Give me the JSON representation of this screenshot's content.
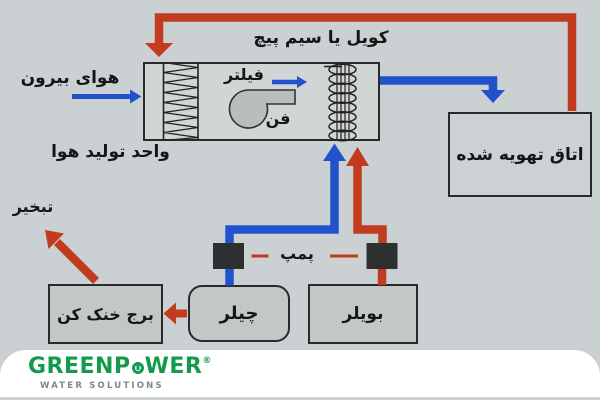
{
  "colors": {
    "bg": "#cbd0d2",
    "red": "#c23b1f",
    "blue": "#2152cc",
    "box_border": "#2a2a2a",
    "box_fill": "#c3c7c8",
    "ahu_fill": "#d1d5d6",
    "room_fill": "#cdd1d3",
    "pump_fill": "#2d2f31",
    "fan_fill": "#b9bdbe",
    "line": "#222222",
    "green": "#149a4c",
    "tagline_color": "#7c898d",
    "white": "#ffffff"
  },
  "labels": {
    "coil": "کویل یا سیم پیچ",
    "outside_air": "هوای بیرون",
    "filter": "فیلتر",
    "fan": "فن",
    "ahu": "واحد تولید هوا",
    "room": "اتاق تهویه شده",
    "evaporation": "تبخیر",
    "pump": "پمپ",
    "chiller": "چیلر",
    "boiler": "بویلر",
    "cooling_tower": "برج خنک کن"
  },
  "logo": {
    "name_part1": "GREENP",
    "name_part2": "WER",
    "registered": "®",
    "tagline": "WATER SOLUTIONS"
  }
}
